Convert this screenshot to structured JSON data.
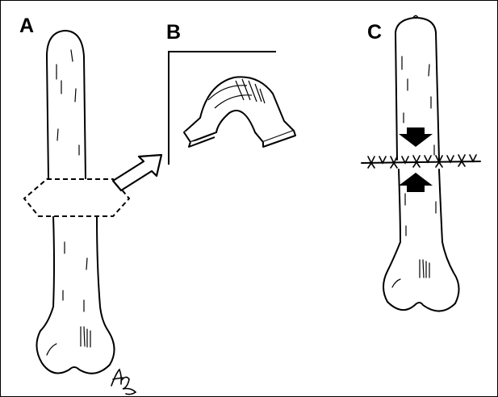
{
  "panels": [
    {
      "label": "A"
    },
    {
      "label": "B"
    },
    {
      "label": "C"
    }
  ],
  "colors": {
    "ink": "#000000",
    "paper": "#ffffff"
  },
  "icons": [
    "femur-drawing",
    "excised-segment-outline",
    "pointer-arrow",
    "bone-segment",
    "suture-stitches",
    "compression-arrow-down",
    "compression-arrow-up",
    "artist-signature"
  ]
}
